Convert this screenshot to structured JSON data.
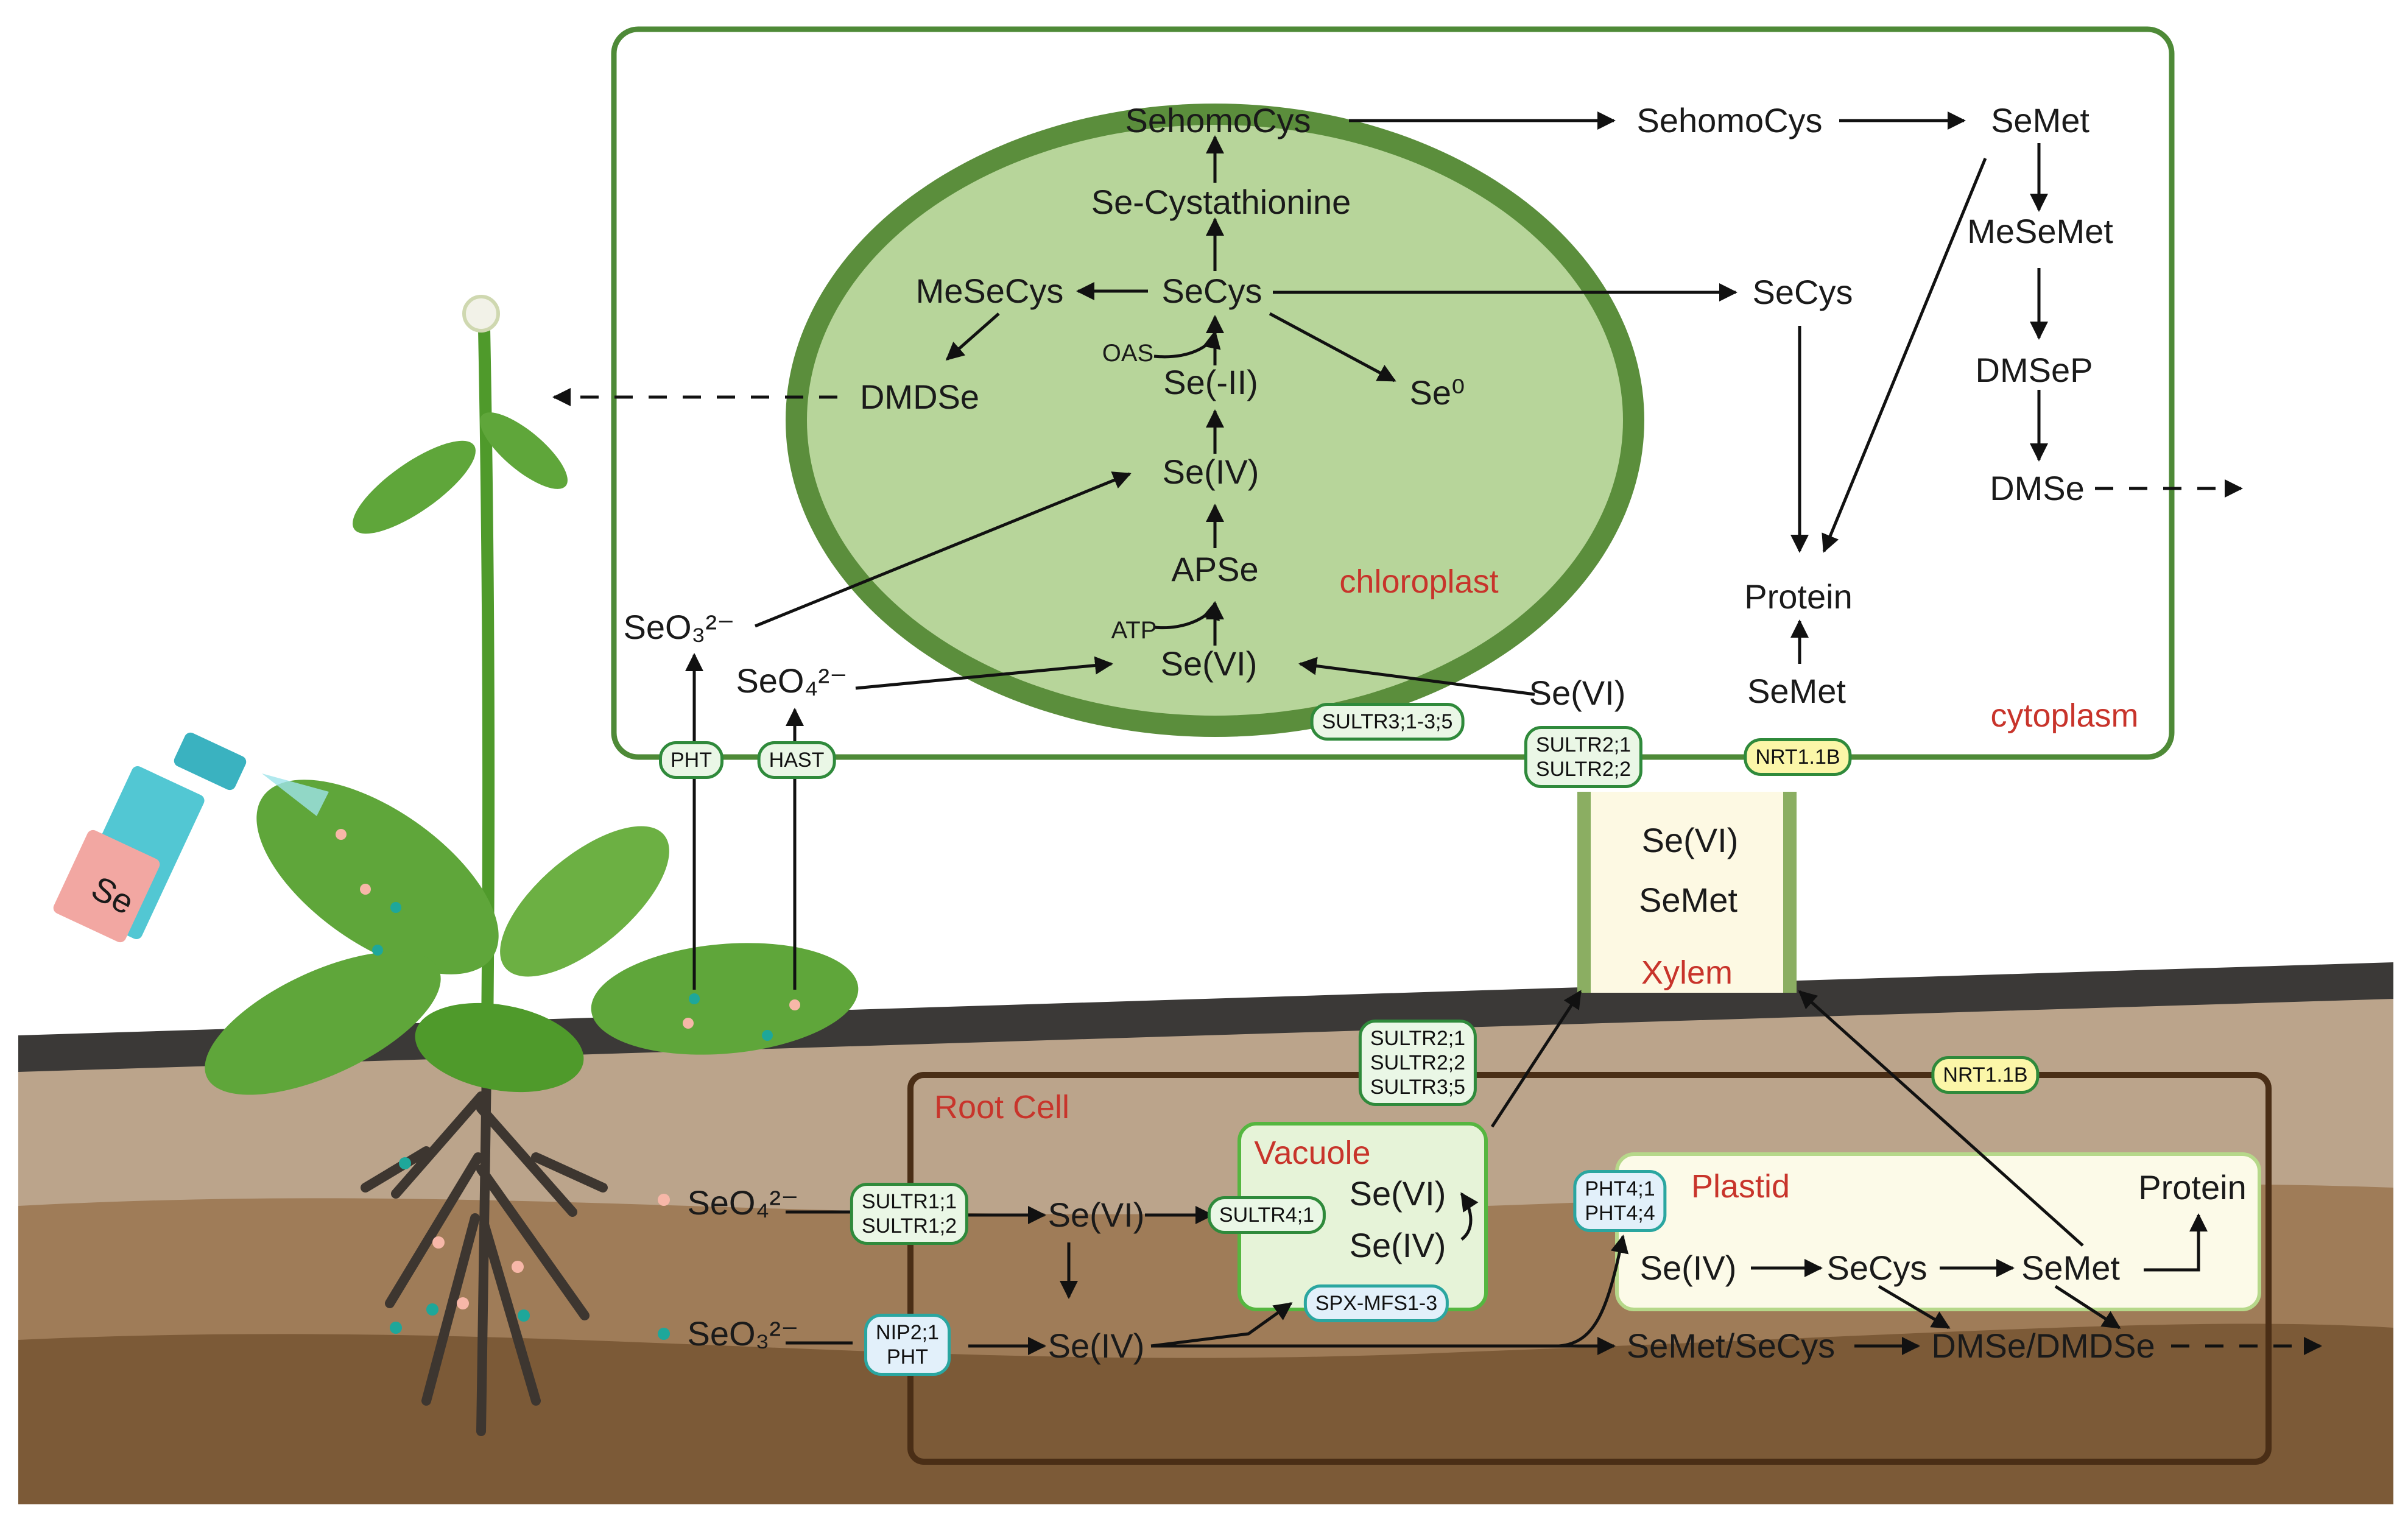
{
  "compartments": {
    "chloroplast": "chloroplast",
    "cytoplasm": "cytoplasm",
    "xylem": "Xylem",
    "root_cell": "Root Cell",
    "vacuole": "Vacuole",
    "plastid": "Plastid"
  },
  "spray_label": "Se",
  "chloroplast_nodes": {
    "sehomocys": "SehomoCys",
    "cystathionine": "Se-Cystathionine",
    "mesecys": "MeSeCys",
    "secys": "SeCys",
    "dmdse": "DMDSe",
    "oas": "OAS",
    "se_minus_ii": "Se(-II)",
    "se0": "Se⁰",
    "se_iv": "Se(IV)",
    "apse": "APSe",
    "atp": "ATP",
    "se_vi": "Se(VI)"
  },
  "cytoplasm_nodes": {
    "sehomocys": "SehomoCys",
    "semet": "SeMet",
    "mesemet": "MeSeMet",
    "dmsep": "DMSeP",
    "dmse": "DMSe",
    "secys": "SeCys",
    "protein": "Protein",
    "semet2": "SeMet",
    "se_vi": "Se(VI)"
  },
  "leaf_uptake": {
    "selenite": "SeO₃²⁻",
    "selenate": "SeO₄²⁻"
  },
  "xylem_nodes": {
    "se_vi": "Se(VI)",
    "semet": "SeMet"
  },
  "root_nodes": {
    "selenate": "SeO₄²⁻",
    "selenite": "SeO₃²⁻",
    "se_vi": "Se(VI)",
    "se_iv": "Se(IV)",
    "vac_se_vi": "Se(VI)",
    "vac_se_iv": "Se(IV)",
    "pl_se_iv": "Se(IV)",
    "pl_secys": "SeCys",
    "pl_semet": "SeMet",
    "pl_protein": "Protein",
    "semet_secys": "SeMet/SeCys",
    "dmse_dmdse": "DMSe/DMDSe"
  },
  "transporters": {
    "pht_leaf": [
      "PHT"
    ],
    "hast": [
      "HAST"
    ],
    "sultr3": [
      "SULTR3;1-3;5"
    ],
    "sultr2_leaf": [
      "SULTR2;1",
      "SULTR2;2"
    ],
    "nrt_leaf": [
      "NRT1.1B"
    ],
    "sultr_root_xylem": [
      "SULTR2;1",
      "SULTR2;2",
      "SULTR3;5"
    ],
    "nrt_root": [
      "NRT1.1B"
    ],
    "sultr1": [
      "SULTR1;1",
      "SULTR1;2"
    ],
    "nip": [
      "NIP2;1",
      "PHT"
    ],
    "sultr4": [
      "SULTR4;1"
    ],
    "spx": [
      "SPX-MFS1-3"
    ],
    "pht4": [
      "PHT4;1",
      "PHT4;4"
    ]
  },
  "colors": {
    "cell_border": "#4e8a37",
    "chloroplast_outer": "#5b8e3c",
    "chloroplast_inner": "#b7d59a",
    "label_red": "#c8342b",
    "soil_dark": "#3b3937",
    "soil_light": "#bba48b",
    "soil_mid": "#9f7c58",
    "soil_deep": "#7c5a37",
    "leaf_green": "#5fa63a",
    "root_cell_border": "#4a2e16",
    "plastid_fill": "#fcfae8",
    "vacuole_fill": "#e6f3d8",
    "xylem_fill": "#fdf9e3",
    "bottle_teal": "#52c7d3",
    "bottle_pink": "#f2a7a2"
  }
}
